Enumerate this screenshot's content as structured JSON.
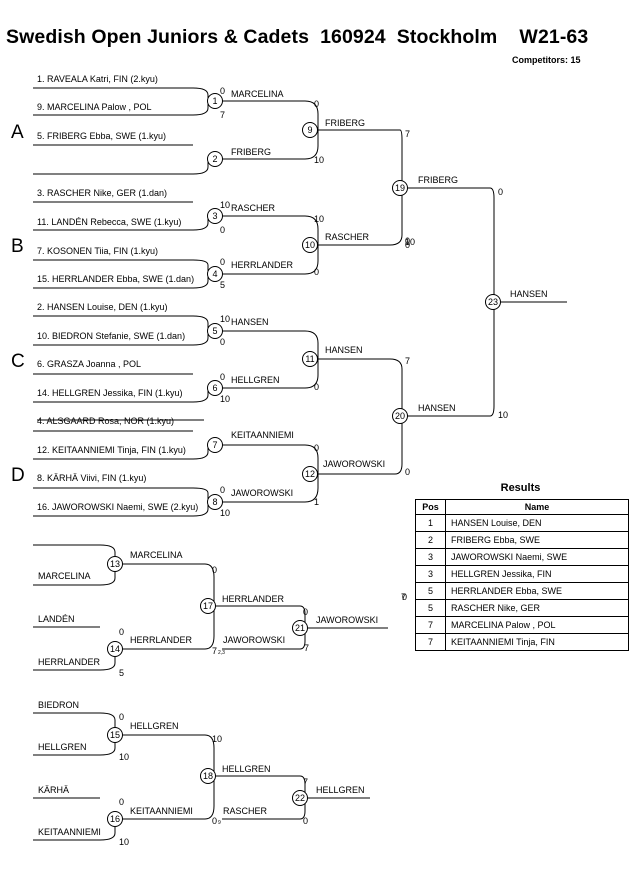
{
  "header": {
    "title": "Swedish Open Juniors & Cadets  160924  Stockholm    W21-63",
    "competitors": "Competitors: 15"
  },
  "pools": [
    "A",
    "B",
    "C",
    "D"
  ],
  "entrants": [
    "1. RAVEALA Katri, FIN (2.kyu)",
    "9. MARCELINA  Palow , POL",
    "5. FRIBERG Ebba, SWE (1.kyu)",
    "3. RASCHER Nike, GER (1.dan)",
    "11. LANDÉN Rebecca, SWE (1.kyu)",
    "7. KOSONEN Tiia, FIN (1.kyu)",
    "15. HERRLANDER Ebba, SWE (1.dan)",
    "2. HANSEN Louise, DEN (1.kyu)",
    "10. BIEDRON Stefanie, SWE (1.dan)",
    "6. GRASZA  Joanna , POL",
    "14. HELLGREN Jessika, FIN (1.kyu)",
    "4. ALSGAARD Rosa, NOR (1.kyu)",
    "12. KEITAANNIEMI Tinja, FIN (1.kyu)",
    "8. KÄRHÄ Viivi, FIN (1.kyu)",
    "16. JAWOROWSKI Naemi, SWE (2.kyu)"
  ],
  "match_numbers": [
    "1",
    "2",
    "3",
    "4",
    "5",
    "6",
    "7",
    "8",
    "9",
    "10",
    "11",
    "12",
    "19",
    "20",
    "23",
    "13",
    "14",
    "15",
    "16",
    "17",
    "18",
    "21",
    "22"
  ],
  "winners": [
    "MARCELINA",
    "FRIBERG",
    "RASCHER",
    "HERRLANDER",
    "HANSEN",
    "HELLGREN",
    "KEITAANNIEMI",
    "JAWOROWSKI",
    "FRIBERG",
    "RASCHER",
    "HANSEN",
    "JAWOROWSKI",
    "FRIBERG",
    "HANSEN",
    "HANSEN"
  ],
  "repechage_names": [
    "MARCELINA",
    "MARCELINA",
    "LANDÉN",
    "HERRLANDER",
    "HERRLANDER",
    "HERRLANDER",
    "JAWOROWSKI",
    "JAWOROWSKI",
    "BIEDRON",
    "HELLGREN",
    "HELLGREN",
    "KÄRHÄ",
    "KEITAANNIEMI",
    "KEITAANNIEMI",
    "HELLGREN",
    "RASCHER",
    "HELLGREN"
  ],
  "scores": [
    "0",
    "7",
    "0",
    "10",
    "7",
    "10",
    "0",
    "10",
    "0",
    "10",
    "0",
    "0",
    "5",
    "0",
    "10",
    "0",
    "0",
    "10",
    "7",
    "0",
    "10",
    "0",
    "0",
    "1",
    "10",
    "0",
    "0",
    "0",
    "0",
    "7",
    "0",
    "5",
    "7",
    "0",
    "7",
    "0",
    "10",
    "0",
    "10",
    "10",
    "7",
    "0",
    "0"
  ],
  "tiny_marks": [
    "2,3",
    "9"
  ],
  "results": {
    "title": "Results",
    "headers": [
      "Pos",
      "Name"
    ],
    "rows": [
      {
        "pos": "1",
        "name": "HANSEN Louise, DEN"
      },
      {
        "pos": "2",
        "name": "FRIBERG Ebba, SWE"
      },
      {
        "pos": "3",
        "name": "JAWOROWSKI Naemi, SWE"
      },
      {
        "pos": "3",
        "name": "HELLGREN Jessika, FIN"
      },
      {
        "pos": "5",
        "name": "HERRLANDER Ebba, SWE"
      },
      {
        "pos": "5",
        "name": "RASCHER Nike, GER"
      },
      {
        "pos": "7",
        "name": "MARCELINA  Palow , POL"
      },
      {
        "pos": "7",
        "name": "KEITAANNIEMI Tinja, FIN"
      }
    ]
  }
}
